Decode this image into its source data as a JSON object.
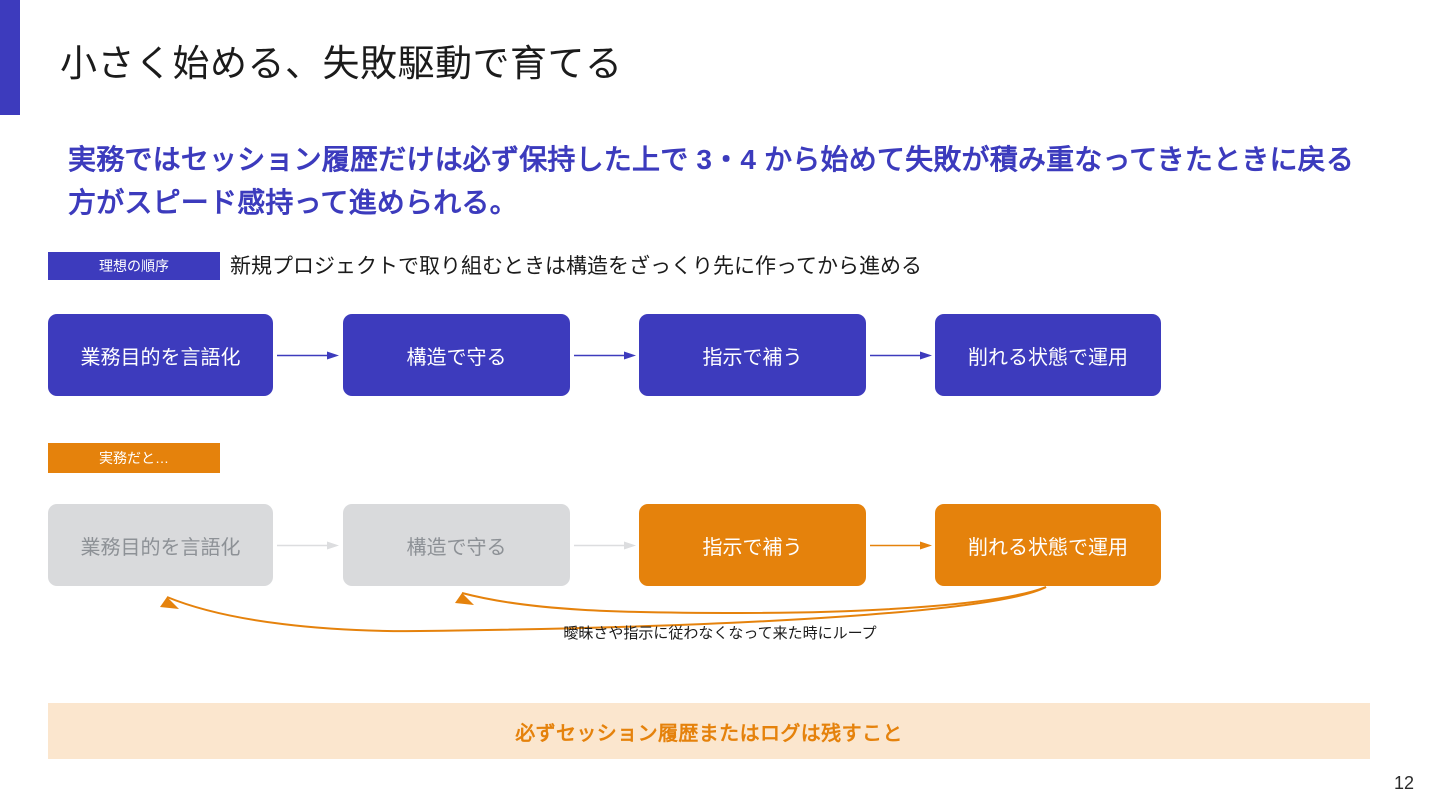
{
  "slide": {
    "title": "小さく始める、失敗駆動で育てる",
    "lead": "実務ではセッション履歴だけは必ず保持した上で 3・4 から始めて失敗が積み重なってきたときに戻る方がスピード感持って進められる。",
    "page_number": "12"
  },
  "colors": {
    "brand_blue": "#3d3bbd",
    "brand_orange": "#e5820c",
    "muted_grey": "#d9dadc",
    "muted_text": "#8d9196",
    "banner_bg": "#fbe6ce"
  },
  "ideal": {
    "badge": "理想の順序",
    "note": "新規プロジェクトで取り組むときは構造をざっくり先に作ってから進める",
    "steps": [
      {
        "label": "業務目的を言語化",
        "state": "active"
      },
      {
        "label": "構造で守る",
        "state": "active"
      },
      {
        "label": "指示で補う",
        "state": "active"
      },
      {
        "label": "削れる状態で運用",
        "state": "active"
      }
    ]
  },
  "real": {
    "badge": "実務だと…",
    "steps": [
      {
        "label": "業務目的を言語化",
        "state": "skipped"
      },
      {
        "label": "構造で守る",
        "state": "skipped"
      },
      {
        "label": "指示で補う",
        "state": "active"
      },
      {
        "label": "削れる状態で運用",
        "state": "active"
      }
    ],
    "loop_caption": "曖昧さや指示に従わなくなって来た時にループ"
  },
  "banner": {
    "text": "必ずセッション履歴またはログは残すこと"
  }
}
